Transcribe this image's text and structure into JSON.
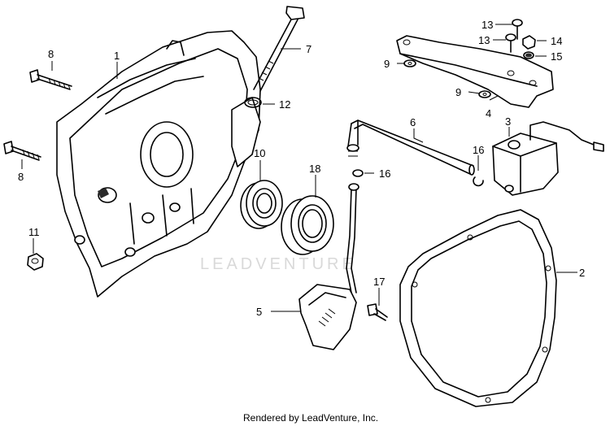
{
  "diagram": {
    "callouts": [
      "1",
      "2",
      "3",
      "4",
      "5",
      "6",
      "7",
      "8",
      "8",
      "9",
      "9",
      "10",
      "11",
      "12",
      "13",
      "13",
      "14",
      "15",
      "16",
      "16",
      "17",
      "18"
    ],
    "watermark": "LEADVENTURE",
    "footer": "Rendered by LeadVenture, Inc."
  }
}
